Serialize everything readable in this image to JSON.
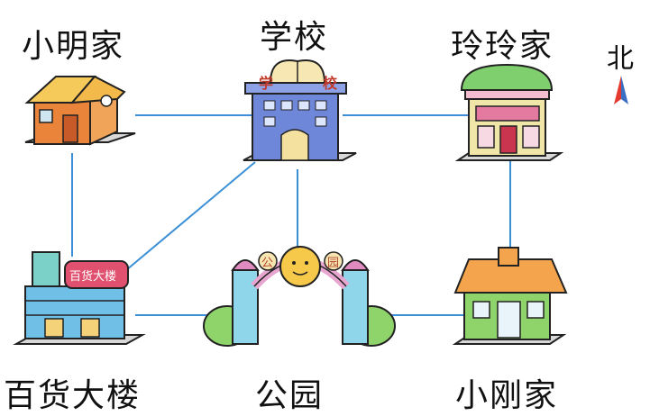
{
  "places": {
    "xiaoming_home": "小明家",
    "school": "学校",
    "lingling_home": "玲玲家",
    "department_store": "百货大楼",
    "park": "公园",
    "xiaogang_home": "小刚家"
  },
  "compass": {
    "label": "北"
  },
  "signs": {
    "school_sign_left": "学",
    "school_sign_right": "校",
    "store_sign": "百货大楼",
    "park_sign_left": "公",
    "park_sign_right": "园"
  },
  "colors": {
    "road": "#3a8fd6",
    "compass_red": "#e43a2f",
    "compass_blue": "#3b6fc4"
  },
  "roads": [
    "小明家—学校",
    "学校—玲玲家",
    "小明家—百货大楼",
    "学校—百货大楼",
    "学校—公园",
    "玲玲家—小刚家",
    "百货大楼—公园",
    "公园—小刚家"
  ]
}
